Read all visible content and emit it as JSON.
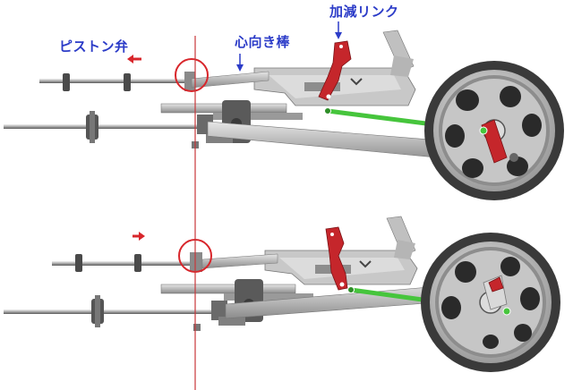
{
  "labels": {
    "piston_valve": "ピストン弁",
    "radius_rod": "心向き棒",
    "combination_lever": "加減リンク"
  },
  "colors": {
    "label_text": "#2c3cc8",
    "indicator_red": "#d8262b",
    "link_red": "#c5262b",
    "rod_green": "#46c53c",
    "steel_light": "#c9c9c9",
    "steel_mid": "#9a9a9a",
    "steel_dark": "#444444",
    "wheel_dark": "#3a3a3a"
  },
  "diagram": {
    "panels": [
      "upper-state",
      "lower-state"
    ],
    "valve_motion_direction": [
      "left",
      "right"
    ],
    "icons": [
      "arrow-down-icon",
      "arrow-left-icon",
      "arrow-right-icon",
      "highlight-circle-icon"
    ]
  }
}
